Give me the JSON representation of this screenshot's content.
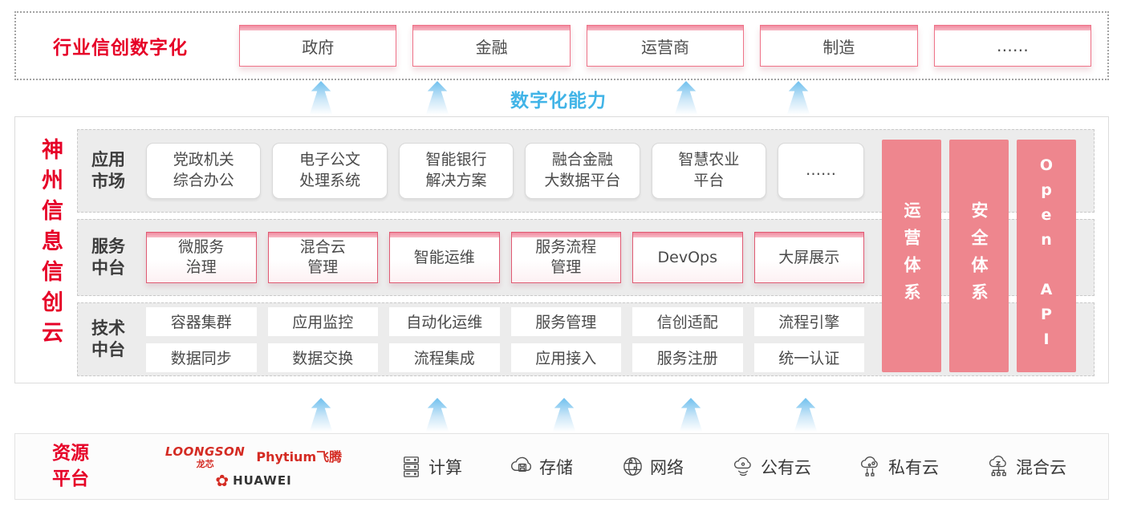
{
  "colors": {
    "red": "#e60027",
    "pillar_pink": "#ee868e",
    "blue": "#41b4e7",
    "panel_gray": "#ececec"
  },
  "top_band": {
    "label": "行业信创数字化",
    "sectors": [
      "政府",
      "金融",
      "运营商",
      "制造",
      "……"
    ]
  },
  "digital_band": {
    "label": "数字化能力"
  },
  "main": {
    "vertical_title": "神州信息信创云",
    "rows": [
      {
        "label": "应用\n市场",
        "items": [
          "党政机关\n综合办公",
          "电子公文\n处理系统",
          "智能银行\n解决方案",
          "融合金融\n大数据平台",
          "智慧农业\n平台",
          "……"
        ]
      },
      {
        "label": "服务\n中台",
        "items": [
          "微服务\n治理",
          "混合云\n管理",
          "智能运维",
          "服务流程\n管理",
          "DevOps",
          "大屏展示"
        ]
      },
      {
        "label": "技术\n中台",
        "items_top": [
          "容器集群",
          "应用监控",
          "自动化运维",
          "服务管理",
          "信创适配",
          "流程引擎"
        ],
        "items_bottom": [
          "数据同步",
          "数据交换",
          "流程集成",
          "应用接入",
          "服务注册",
          "统一认证"
        ]
      }
    ],
    "pillars": [
      "运营体系",
      "安全体系",
      "Open API"
    ]
  },
  "bottom": {
    "label": "资源\n平台",
    "vendors": {
      "loongson_en": "LOONGSON",
      "loongson_cn": "龙芯",
      "phytium": "Phytium飞腾",
      "huawei": "HUAWEI"
    },
    "resources": [
      {
        "icon": "server-icon",
        "label": "计算"
      },
      {
        "icon": "storage-cloud-icon",
        "label": "存储"
      },
      {
        "icon": "network-globe-icon",
        "label": "网络"
      },
      {
        "icon": "public-cloud-icon",
        "label": "公有云"
      },
      {
        "icon": "private-cloud-icon",
        "label": "私有云"
      },
      {
        "icon": "hybrid-cloud-icon",
        "label": "混合云"
      }
    ]
  }
}
